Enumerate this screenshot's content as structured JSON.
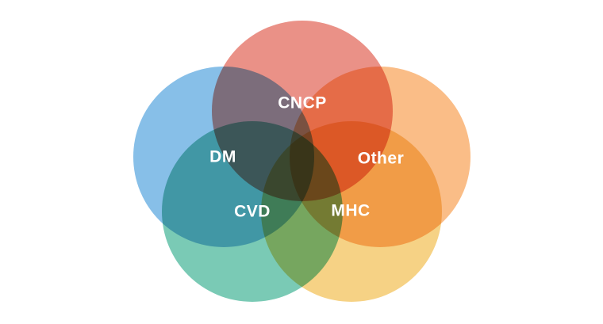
{
  "diagram": {
    "sets": [
      {
        "id": "dm",
        "label": "DM",
        "color": "#7ab8e6"
      },
      {
        "id": "cncp",
        "label": "CNCP",
        "color": "#e8857a"
      },
      {
        "id": "other",
        "label": "Other",
        "color": "#f9b67a"
      },
      {
        "id": "mhc",
        "label": "MHC",
        "color": "#f5cd78"
      },
      {
        "id": "cvd",
        "label": "CVD",
        "color": "#6cc4ad"
      }
    ]
  }
}
